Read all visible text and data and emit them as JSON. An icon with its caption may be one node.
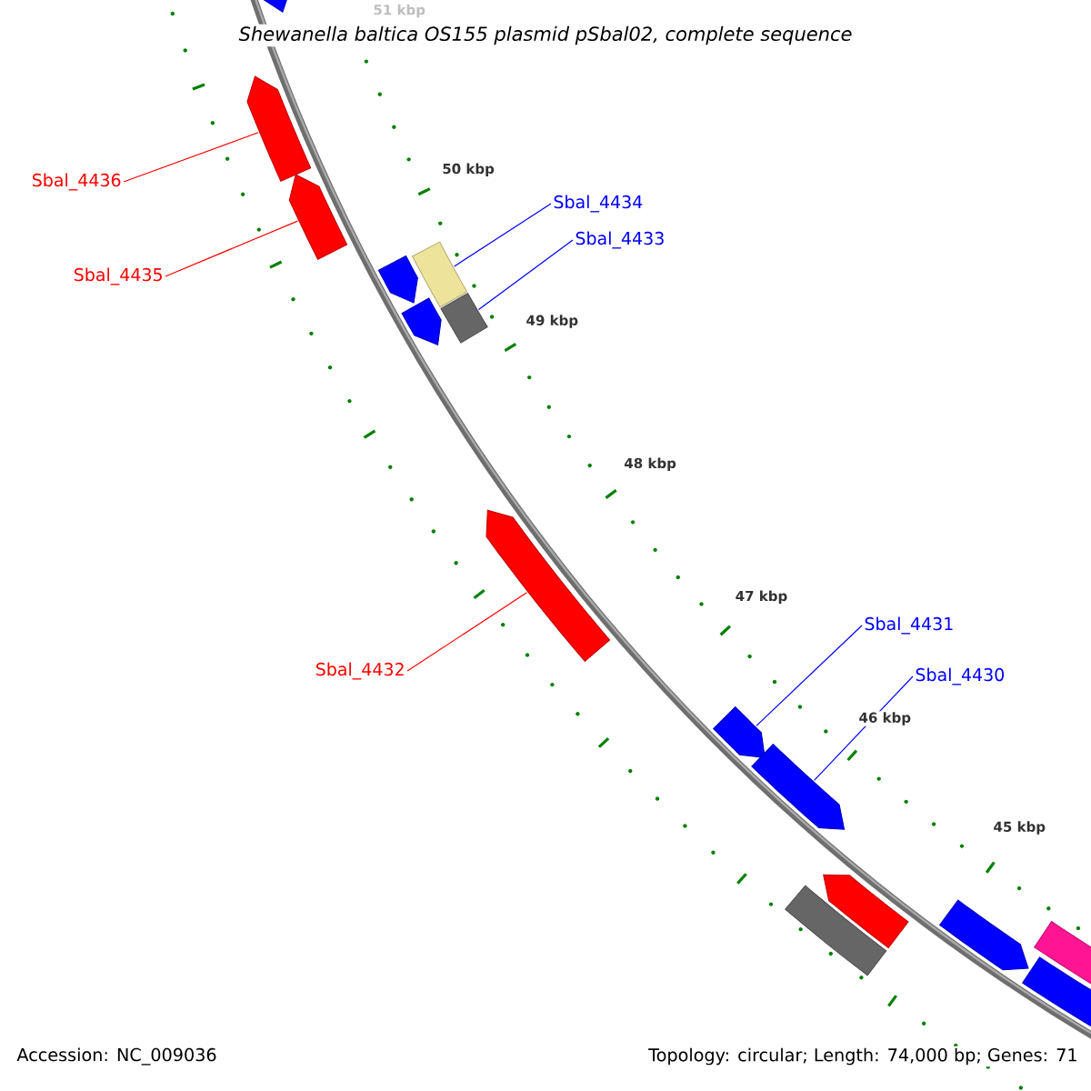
{
  "diagram": {
    "title": "*Shewanella baltica* OS155 plasmid pSbal02, complete sequence",
    "nodes": [
      {
        "text": [
          "Sbal_4436"
        ]
      },
      {
        "text": [
          "Sbal_4435"
        ]
      },
      {
        "text": [
          "Sbal_4434"
        ]
      },
      {
        "text": [
          "Sbal_4433"
        ]
      },
      {
        "text": [
          "Sbal_4432"
        ]
      },
      {
        "text": [
          "Sbal_4431"
        ]
      },
      {
        "text": [
          "Sbal_4430"
        ]
      },
      {
        "text": [],
        "shape": "pentagon"
      },
      {
        "text": [],
        "shape": "pentagon"
      },
      {
        "text": [],
        "shape": "pentagon"
      },
      {
        "text": [],
        "shape": "pentagon"
      },
      {
        "text": [],
        "shape": "pentagon"
      },
      {
        "text": [],
        "shape": "box"
      },
      {
        "text": [],
        "shape": "box"
      },
      {
        "text": [],
        "shape": "pentagon"
      },
      {
        "text": [],
        "shape": "pentagon"
      },
      {
        "text": [],
        "shape": "pentagon"
      },
      {
        "text": [],
        "shape": "pentagon"
      },
      {
        "text": [],
        "shape": "box"
      },
      {
        "text": [],
        "shape": "pentagon"
      },
      {
        "text": [],
        "shape": "pentagon"
      },
      {
        "text": [],
        "shape": "pentagon"
      }
    ],
    "edges": [
      {
        "from": 0,
        "to": 8,
        "arrow": "none",
        "color": "#ff0000"
      },
      {
        "from": 1,
        "to": 9,
        "arrow": "none",
        "color": "#ff0000"
      },
      {
        "from": 2,
        "to": 12,
        "arrow": "none"
      },
      {
        "from": 3,
        "to": 13,
        "arrow": "none"
      },
      {
        "from": 4,
        "to": 14,
        "arrow": "none",
        "color": "#ff0000"
      },
      {
        "from": 5,
        "to": 15,
        "arrow": "none"
      },
      {
        "from": 6,
        "to": 16,
        "arrow": "none"
      }
    ],
    "labels": [
      "51 kbp",
      "50 kbp",
      "49 kbp",
      "48 kbp",
      "47 kbp",
      "46 kbp",
      "45 kbp",
      "Accession: NC_009036",
      "Topology: circular; Length: 74,000 bp; Genes: 71"
    ]
  }
}
